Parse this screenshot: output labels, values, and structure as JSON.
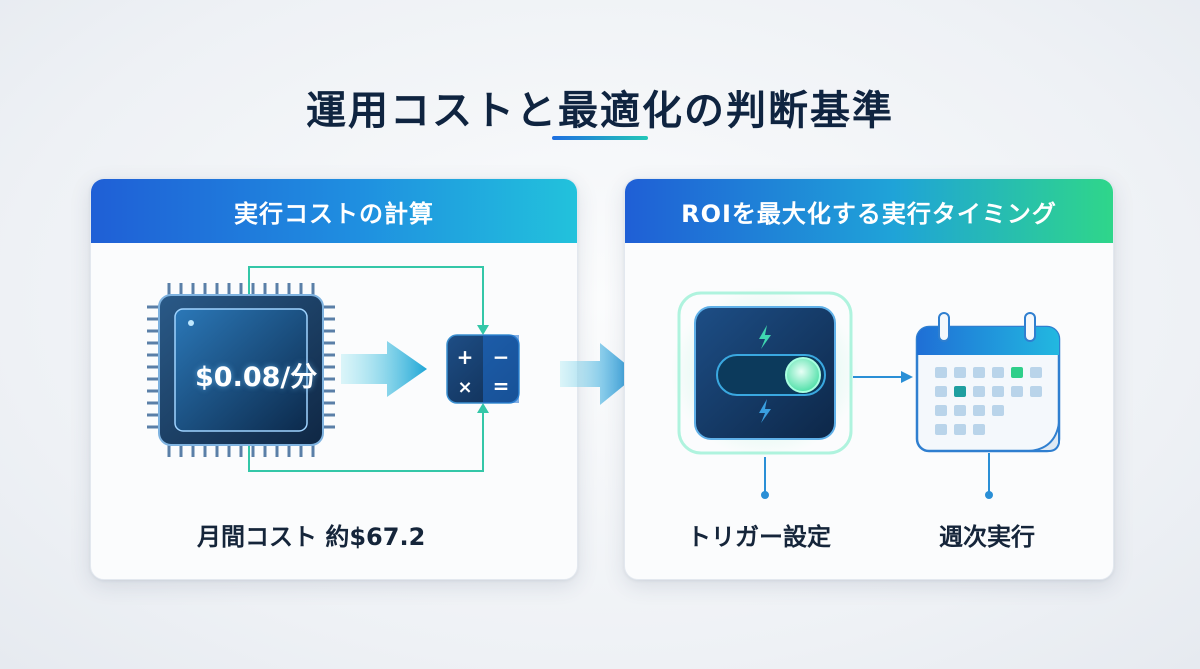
{
  "title": "運用コストと最適化の判断基準",
  "left_panel": {
    "header": "実行コストの計算",
    "chip_rate": "$0.08/分",
    "calculator_icon": "calculator-icon",
    "monthly_cost": "月間コスト 約$67.2"
  },
  "right_panel": {
    "header": "ROIを最大化する実行タイミング",
    "toggle_icon": "toggle-switch-icon",
    "calendar_icon": "calendar-icon",
    "trigger_label": "トリガー設定",
    "schedule_label": "週次実行"
  },
  "colors": {
    "title": "#0f2440",
    "accent_blue": "#1f5fd6",
    "accent_cyan": "#22c2dc",
    "accent_green": "#2fd68a"
  }
}
